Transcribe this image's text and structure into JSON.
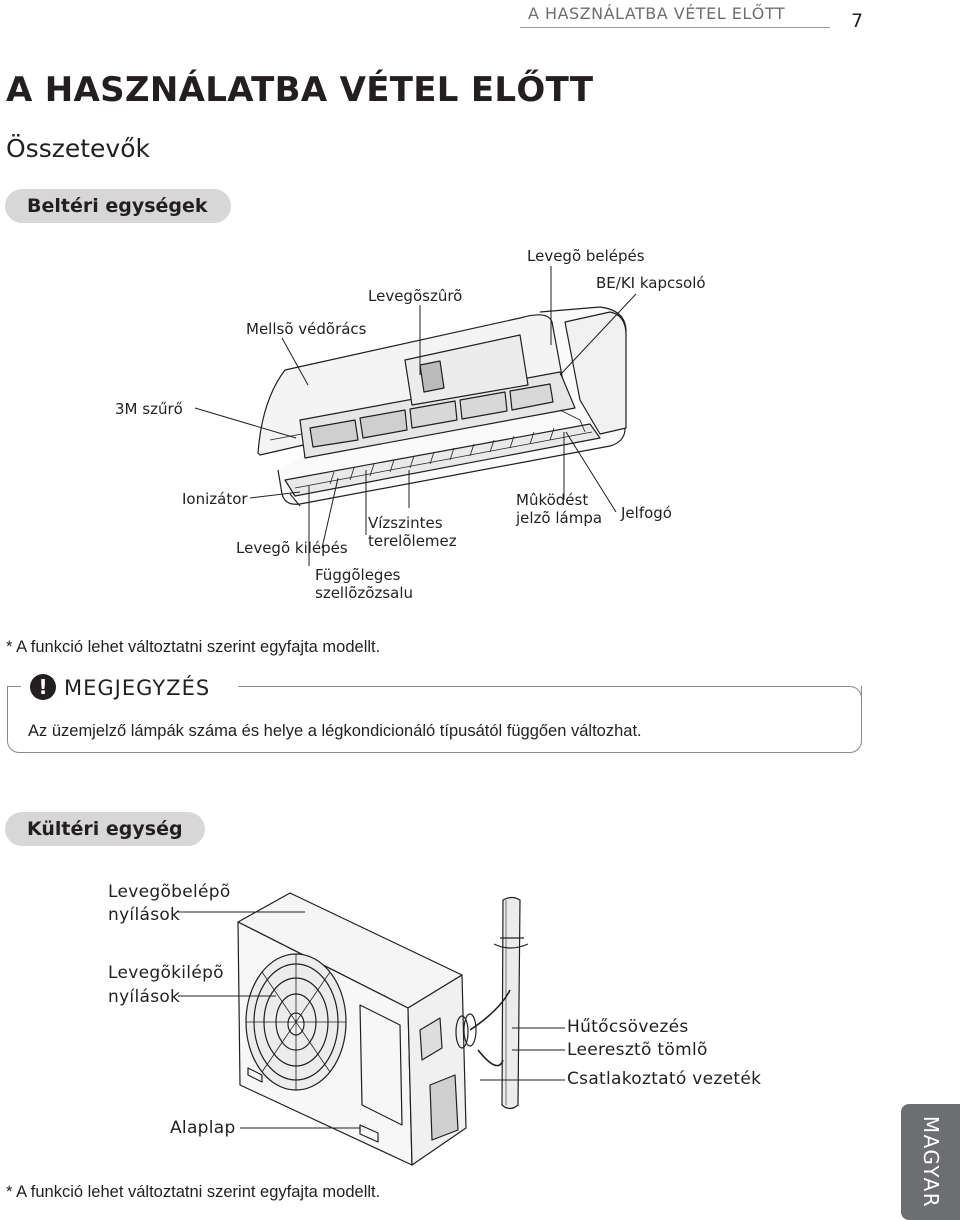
{
  "header": {
    "running_title": "A HASZNÁLATBA VÉTEL ELŐTT",
    "page_number": "7"
  },
  "title": "A HASZNÁLATBA VÉTEL ELŐTT",
  "subtitle": "Összetevők",
  "indoor": {
    "heading": "Beltéri egységek",
    "labels": {
      "air_inlet": "Levegõ belépés",
      "on_off_switch": "BE/KI kapcsoló",
      "air_filter": "Levegõszûrõ",
      "front_grille": "Mellsõ védõrács",
      "filter_3m": "3M szűrő",
      "ionizer": "Ionizátor",
      "operation_lamp_1": "Mûködést",
      "operation_lamp_2": "jelzõ lámpa",
      "signal_receiver": "Jelfogó",
      "horizontal_louver_1": "Vízszintes",
      "horizontal_louver_2": "terelõlemez",
      "air_outlet": "Levegõ kilépés",
      "vertical_louver_1": "Függõleges",
      "vertical_louver_2": "szellõzõzsalu"
    },
    "footnote": "* A funkció lehet változtatni szerint egyfajta modellt."
  },
  "note": {
    "icon": "!",
    "title": "MEGJEGYZÉS",
    "text": "Az üzemjelző lámpák száma és helye a légkondicionáló típusától függően változhat."
  },
  "outdoor": {
    "heading": "Kültéri egység",
    "labels": {
      "air_inlet_1": "Levegõbelépõ",
      "air_inlet_2": "nyílások",
      "air_outlet_1": "Levegõkilépõ",
      "air_outlet_2": "nyílások",
      "piping": "Hűtőcsövezés",
      "drain_hose": "Leeresztõ tömlõ",
      "connecting_cable": "Csatlakoztató vezeték",
      "base_plate": "Alaplap"
    },
    "footnote": "* A funkció lehet változtatni szerint egyfajta modellt."
  },
  "side_tab": "MAGYAR",
  "colors": {
    "text": "#231f20",
    "pill_bg": "#d7d7d7",
    "header_gray": "#6d6e71",
    "side_tab_bg": "#6d6e71"
  }
}
